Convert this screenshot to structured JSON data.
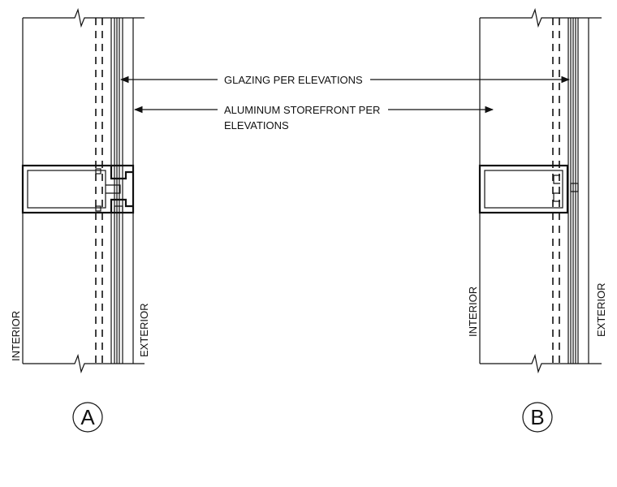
{
  "labels": {
    "glazing": "GLAZING PER ELEVATIONS",
    "storefront_line1": "ALUMINUM STOREFRONT PER",
    "storefront_line2": "ELEVATIONS"
  },
  "detail_a": {
    "marker": "A",
    "interior": "INTERIOR",
    "exterior": "EXTERIOR"
  },
  "detail_b": {
    "marker": "B",
    "interior": "INTERIOR",
    "exterior": "EXTERIOR"
  }
}
